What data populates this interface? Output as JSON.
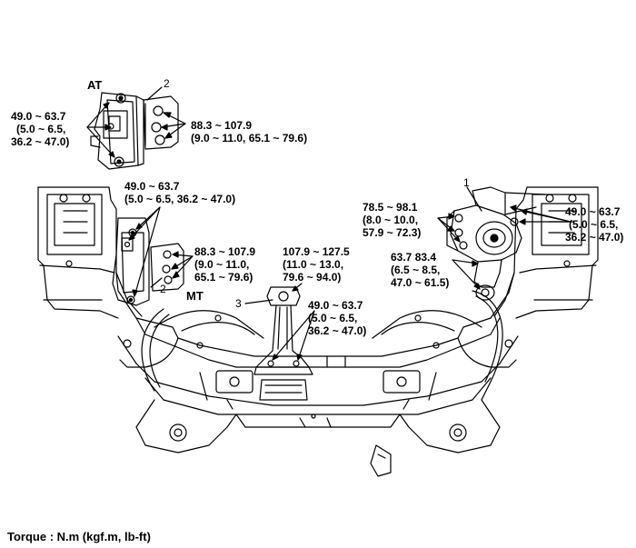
{
  "labels": {
    "at": "AT",
    "mt": "MT",
    "callout_1": "1",
    "callout_2_top": "2",
    "callout_2_mid": "2",
    "callout_3": "3",
    "at_left": [
      "49.0 ~ 63.7",
      "(5.0 ~ 6.5,",
      "36.2 ~ 47.0)"
    ],
    "at_right": [
      "88.3 ~ 107.9",
      "(9.0 ~ 11.0, 65.1 ~ 79.6)"
    ],
    "mt_top": [
      "49.0 ~ 63.7",
      "(5.0 ~ 6.5, 36.2 ~ 47.0)"
    ],
    "mt_right": [
      "88.3 ~ 107.9",
      "(9.0 ~ 11.0,",
      "65.1 ~ 79.6)"
    ],
    "roll_top": [
      "107.9 ~ 127.5",
      "(11.0 ~ 13.0,",
      "79.6 ~ 94.0)"
    ],
    "roll_bottom": [
      "49.0 ~ 63.7",
      "(5.0 ~ 6.5,",
      "36.2 ~ 47.0)"
    ],
    "eng_left": [
      "78.5 ~ 98.1",
      "(8.0 ~ 10.0,",
      "57.9 ~ 72.3)"
    ],
    "eng_right": [
      "49.0 ~ 63.7",
      "(5.0 ~ 6.5,",
      "36.2 ~ 47.0)"
    ],
    "eng_bottom": [
      "63.7 83.4",
      "(6.5 ~ 8.5,",
      "47.0 ~ 61.5)"
    ],
    "torque": "Torque : N.m (kgf.m, lb-ft)"
  }
}
